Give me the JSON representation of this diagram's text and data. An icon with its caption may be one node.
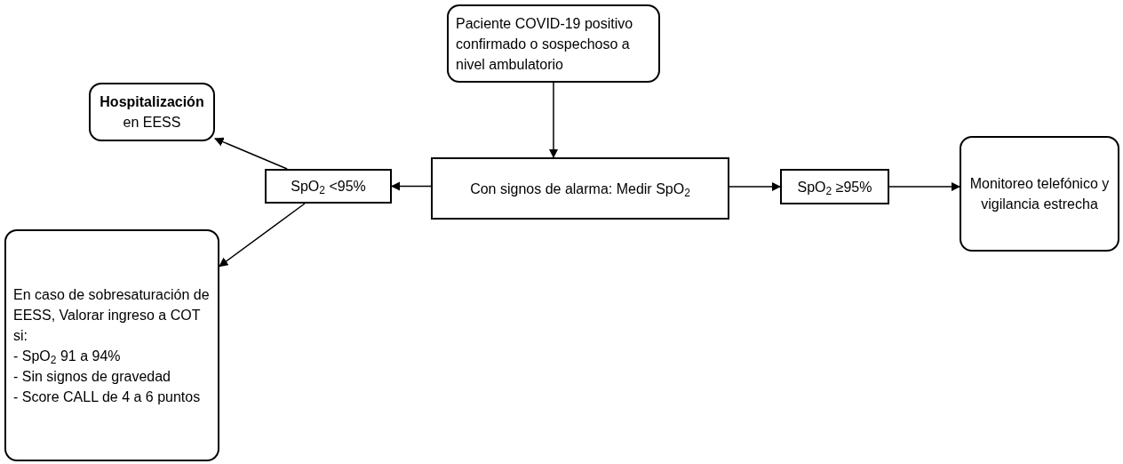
{
  "diagram": {
    "nodes": [
      {
        "text": [
          "Paciente COVID-19 positivo confirmado o sospechoso a nivel ambulatorio"
        ]
      },
      {
        "text": [
          "Con signos de alarma: Medir SpO$_{2}$"
        ]
      },
      {
        "text": [
          "SpO$_{2}$ <95%"
        ]
      },
      {
        "text": [
          "SpO$_{2}$ ≥95%"
        ]
      },
      {
        "text": [
          "Monitoreo telefónico y vigilancia estrecha"
        ]
      },
      {
        "text": [
          "**Hospitalización** en EESS"
        ]
      },
      {
        "text": [
          "En caso de sobresaturación de EESS, Valorar ingreso a COT si:",
          "- SpO$_{2}$ 91 a 94%",
          "- Sin signos de gravedad",
          "- Score CALL de 4 a 6 puntos"
        ]
      }
    ],
    "edges": [
      {
        "from": 0,
        "to": 1,
        "arrow": "to"
      },
      {
        "from": 1,
        "to": 2,
        "arrow": "to"
      },
      {
        "from": 2,
        "to": 5,
        "arrow": "to"
      },
      {
        "from": 2,
        "to": 6,
        "arrow": "to"
      },
      {
        "from": 1,
        "to": 3,
        "arrow": "to"
      },
      {
        "from": 3,
        "to": 4,
        "arrow": "to"
      }
    ]
  }
}
